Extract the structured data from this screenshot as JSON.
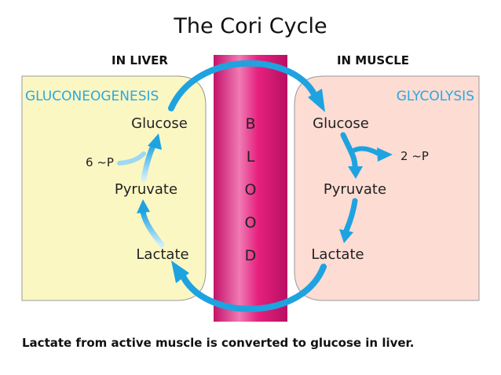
{
  "title": "The Cori Cycle",
  "liver": {
    "heading": "IN LIVER",
    "process": "GLUCONEOGENESIS",
    "glucose": "Glucose",
    "pyruvate": "Pyruvate",
    "lactate": "Lactate",
    "energy": "6 ~P"
  },
  "muscle": {
    "heading": "IN MUSCLE",
    "process": "GLYCOLYSIS",
    "glucose": "Glucose",
    "pyruvate": "Pyruvate",
    "lactate": "Lactate",
    "energy": "2 ~P"
  },
  "blood_letters": [
    "B",
    "L",
    "O",
    "O",
    "D"
  ],
  "caption": "Lactate from active muscle is converted to glucose in liver.",
  "colors": {
    "liver_bg": "#fbf7c3",
    "muscle_bg": "#fcdcd3",
    "blood": "#e6217f",
    "arrow": "#1ea3e0"
  }
}
